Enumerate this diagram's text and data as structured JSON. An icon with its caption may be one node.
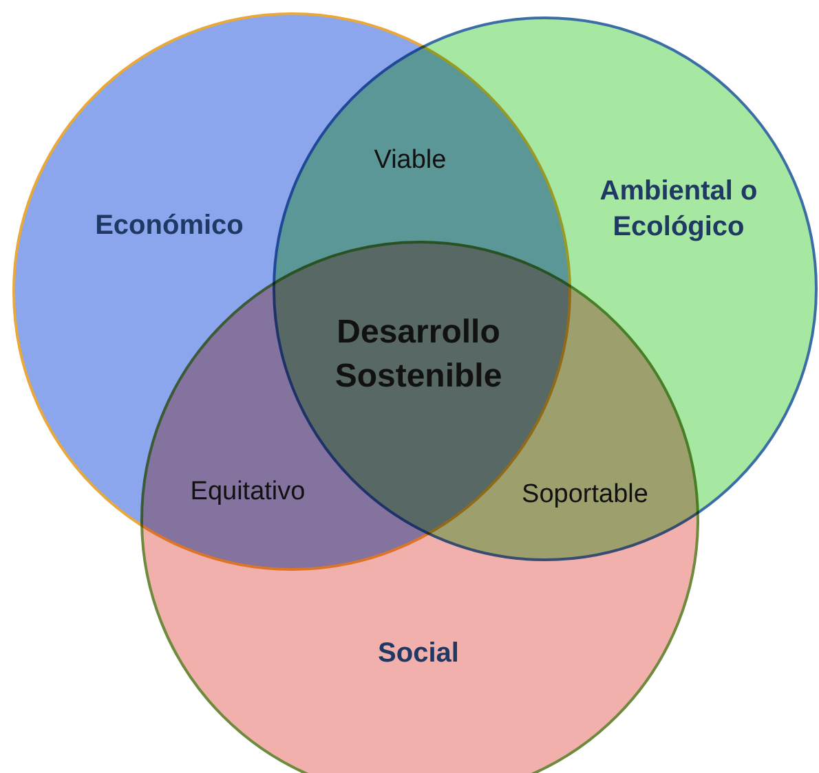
{
  "diagram": {
    "nodes": [
      {
        "text": [
          "Económico"
        ]
      },
      {
        "text": [
          "Ambiental o Ecológico"
        ]
      },
      {
        "text": [
          "Social"
        ]
      }
    ],
    "edges": [],
    "labels": [
      "Viable",
      "Desarrollo Sostenible",
      "Equitativo",
      "Soportable"
    ]
  }
}
